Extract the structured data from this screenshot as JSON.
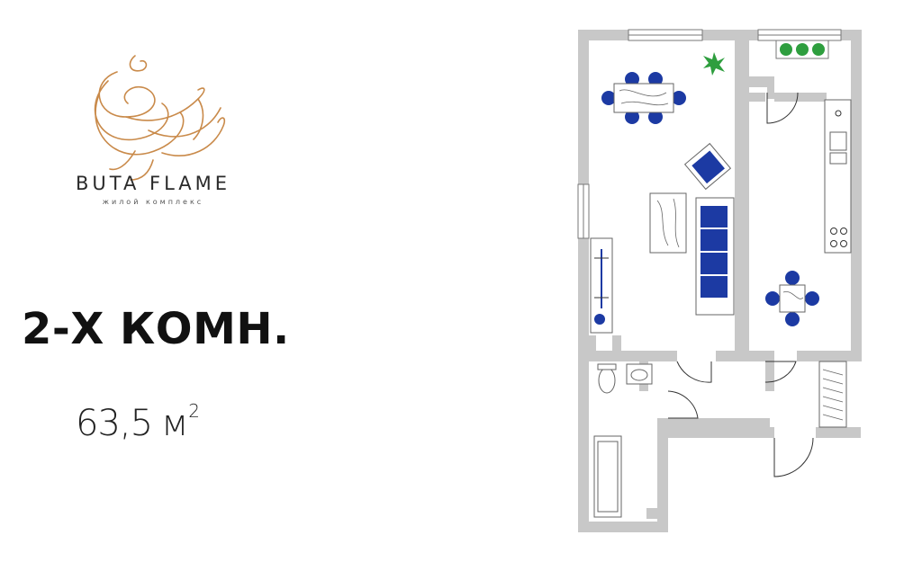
{
  "brand": {
    "name": "BUTA FLAME",
    "tagline": "жилой комплекс"
  },
  "apartment": {
    "rooms": "2-Х КОМН.",
    "area_value": "63,5",
    "area_unit": "м",
    "area_unit_power": "2"
  },
  "colors": {
    "wall": "#c8c8c8",
    "furniture_accent": "#1c3aa3",
    "logo": "#c98a4a",
    "plant": "#2e9e3e"
  }
}
